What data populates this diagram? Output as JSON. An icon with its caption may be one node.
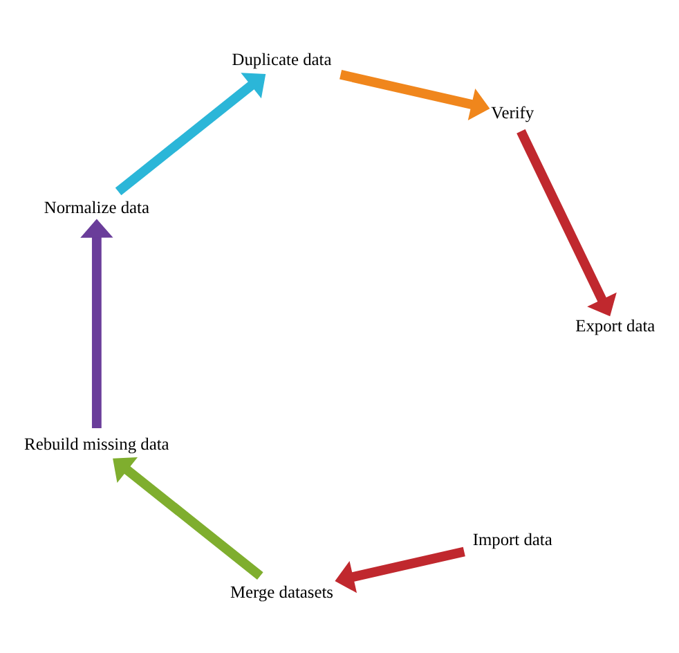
{
  "diagram": {
    "nodes": [
      {
        "text": [
          "Import data"
        ]
      },
      {
        "text": [
          "Merge datasets"
        ]
      },
      {
        "text": [
          "Rebuild missing data"
        ]
      },
      {
        "text": [
          "Normalize data"
        ]
      },
      {
        "text": [
          "Duplicate data"
        ]
      },
      {
        "text": [
          "Verify"
        ]
      },
      {
        "text": [
          "Export data"
        ]
      }
    ],
    "edges": [
      {
        "from": 0,
        "to": 1,
        "arrow": "to",
        "color": "#c0282e"
      },
      {
        "from": 1,
        "to": 2,
        "arrow": "to",
        "color": "#7fae2e"
      },
      {
        "from": 2,
        "to": 3,
        "arrow": "to",
        "color": "#6a3d9a"
      },
      {
        "from": 3,
        "to": 4,
        "arrow": "to",
        "color": "#2bb6d8"
      },
      {
        "from": 4,
        "to": 5,
        "arrow": "to",
        "color": "#f0861c"
      },
      {
        "from": 5,
        "to": 6,
        "arrow": "to",
        "color": "#c0282e"
      }
    ]
  }
}
